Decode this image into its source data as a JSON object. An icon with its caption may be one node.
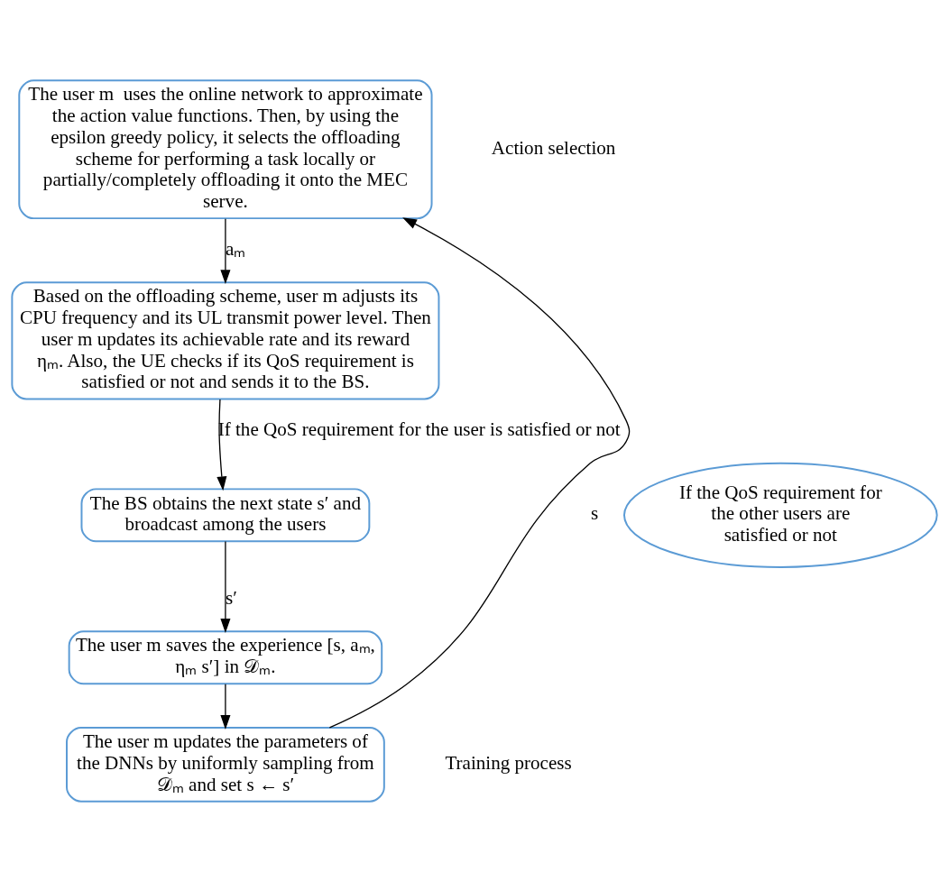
{
  "diagram": {
    "nodes": [
      {
        "text": [
          "The user m  uses the online network to approximate the action value functions. Then, by using the epsilon greedy policy, it selects the offloading scheme for performing a task locally or partially/completely offloading it onto the MEC serve."
        ]
      },
      {
        "text": [
          "Based on the offloading scheme, user m adjusts its CPU frequency and its UL transmit power level. Then user m updates its achievable rate and its reward ηₘ. Also, the UE checks if its QoS requirement is satisfied or not and sends it to the BS."
        ]
      },
      {
        "text": [
          "The BS obtains the next state s′ and broadcast among the users"
        ]
      },
      {
        "text": [
          "If the QoS requirement for the other users are satisfied or not"
        ]
      },
      {
        "text": [
          "The user m saves the experience [s, aₘ, ηₘ s′] in 𝒟ₘ."
        ]
      },
      {
        "text": [
          "The user m updates the parameters of the DNNs by uniformly sampling from 𝒟ₘ and set s ← s′"
        ]
      }
    ],
    "edges": [
      {
        "from": 0,
        "to": 1,
        "arrow": "to",
        "label": "aₘ"
      },
      {
        "from": 1,
        "to": 2,
        "arrow": "to",
        "label": "If the QoS requirement for the user is satisfied or not"
      },
      {
        "from": 2,
        "to": 4,
        "arrow": "to",
        "label": "s′"
      },
      {
        "from": 4,
        "to": 5,
        "arrow": "to"
      },
      {
        "from": 5,
        "to": 0,
        "arrow": "to",
        "label": "s"
      }
    ],
    "labels": [
      "Action selection",
      "Training process"
    ]
  }
}
